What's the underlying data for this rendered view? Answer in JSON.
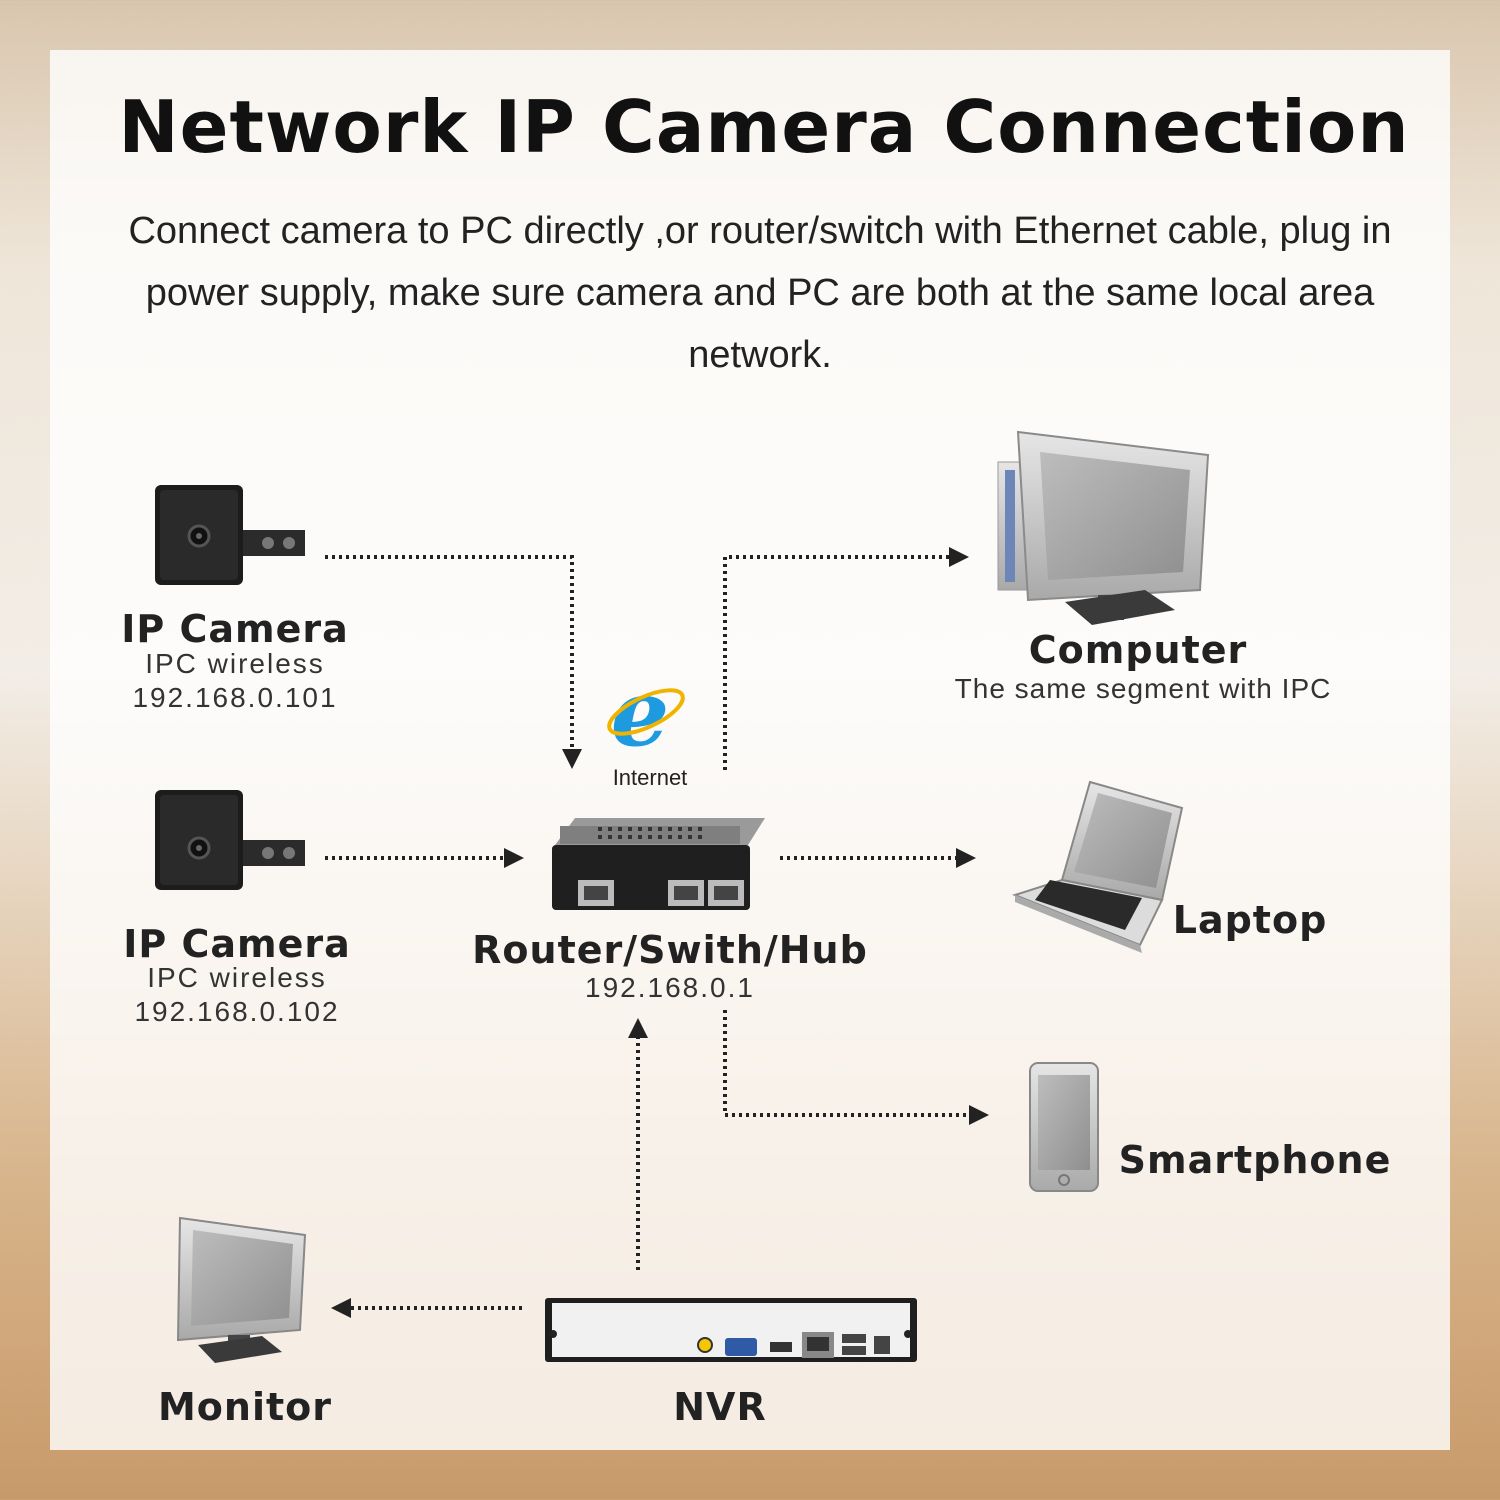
{
  "header": {
    "title": "Network IP Camera Connection",
    "subtitle": "Connect camera to PC directly ,or router/switch with Ethernet cable, plug in power supply, make sure camera and PC are both at the same local area network."
  },
  "devices": {
    "camera1": {
      "name": "IP Camera",
      "type": "IPC wireless",
      "ip": "192.168.0.101"
    },
    "camera2": {
      "name": "IP Camera",
      "type": "IPC wireless",
      "ip": "192.168.0.102"
    },
    "internet": {
      "label": "Internet"
    },
    "router": {
      "name": "Router/Swith/Hub",
      "ip": "192.168.0.1"
    },
    "computer": {
      "name": "Computer",
      "note": "The same segment with IPC"
    },
    "laptop": {
      "name": "Laptop"
    },
    "smartphone": {
      "name": "Smartphone"
    },
    "monitor": {
      "name": "Monitor"
    },
    "nvr": {
      "name": "NVR"
    }
  },
  "colors": {
    "connector": "#222222",
    "device_dark": "#1e1e1e",
    "device_silver": "#c8c8c8",
    "internet_blue": "#1e9be0"
  }
}
